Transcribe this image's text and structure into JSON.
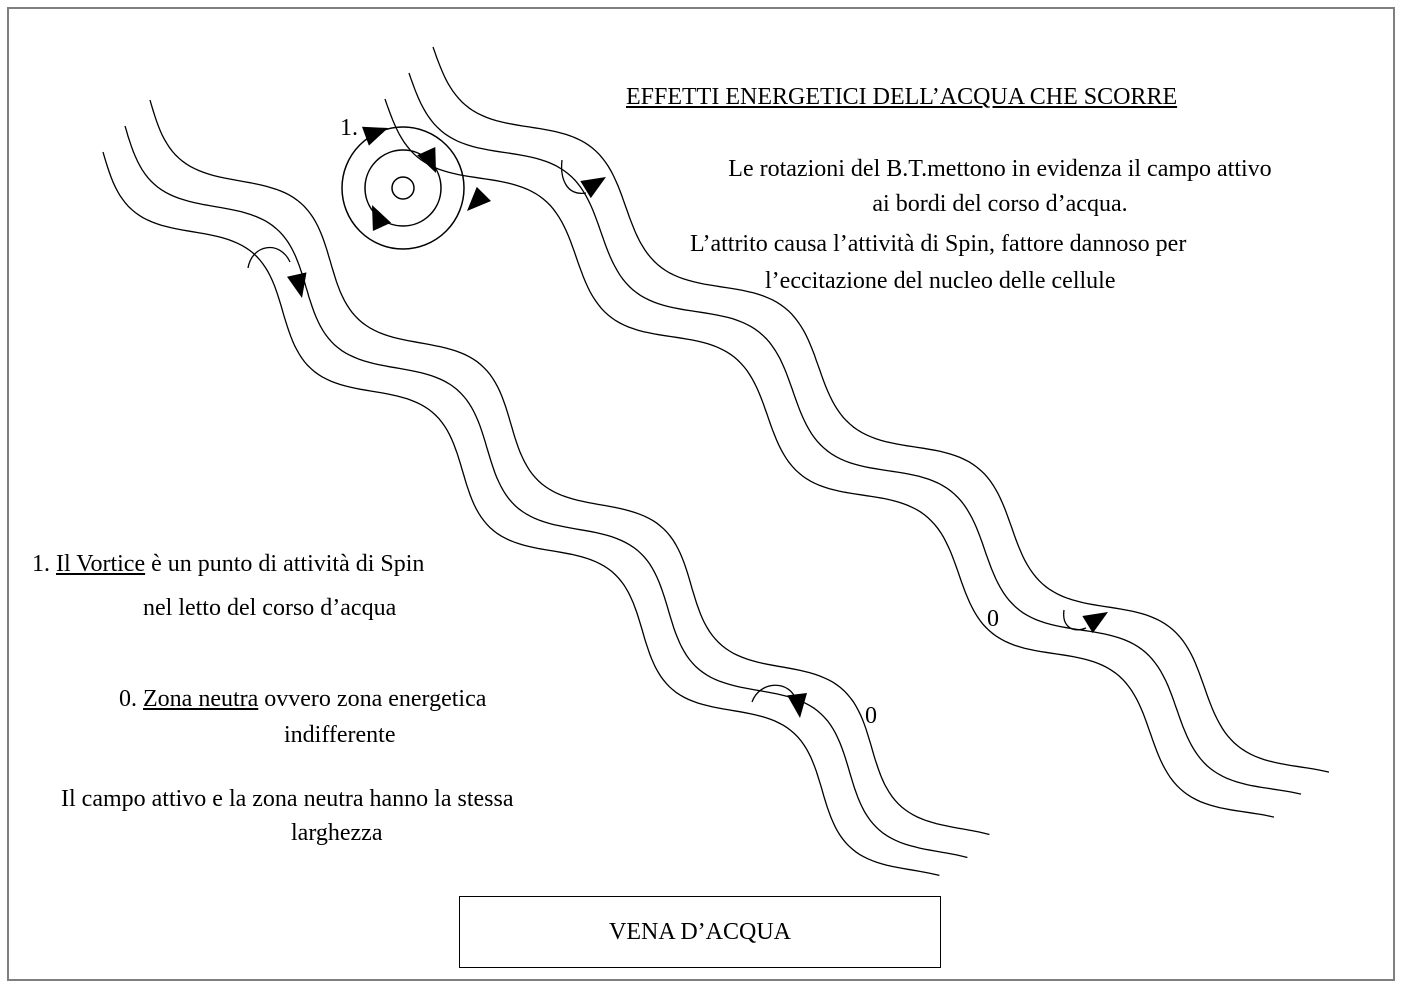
{
  "heading": "EFFETTI ENERGETICI DELL’ACQUA CHE SCORRE",
  "description": [
    "Le rotazioni del B.T.mettono in evidenza il campo attivo",
    "ai bordi del corso d’acqua.",
    "L’attrito causa l’attività di Spin, fattore dannoso per",
    "l’eccitazione del nucleo delle cellule"
  ],
  "vortex_marker": "1.",
  "neutral_marker": "0",
  "legend": {
    "vortex_num": "1.",
    "vortex_term": "Il Vortice",
    "vortex_rest": "è un punto di attività di Spin",
    "vortex_line2": "nel letto del corso d’acqua",
    "neutral_num": "0.",
    "neutral_term": "Zona neutra",
    "neutral_rest": "ovvero zona energetica",
    "neutral_line2": "indifferente",
    "width_line1": "Il campo attivo e la zona neutra hanno la stessa",
    "width_line2": "larghezza"
  },
  "caption": "VENA D’ACQUA"
}
